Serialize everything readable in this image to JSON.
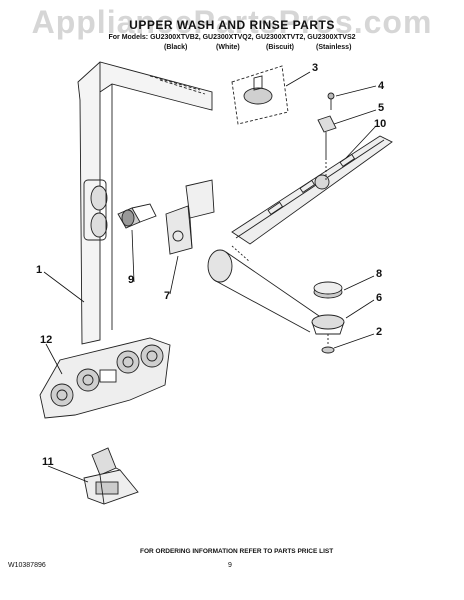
{
  "watermark": "AppliancePartsPros.com",
  "header": {
    "title": "UPPER WASH AND RINSE PARTS",
    "models_line": "For Models: GU2300XTVB2, GU2300XTVQ2, GU2300XTVT2, GU2300XTVS2",
    "colors": [
      "(Black)",
      "(White)",
      "(Biscuit)",
      "(Stainless)"
    ]
  },
  "callouts": {
    "c1": "1",
    "c2": "2",
    "c3": "3",
    "c4": "4",
    "c5": "5",
    "c6": "6",
    "c7": "7",
    "c8": "8",
    "c9": "9",
    "c10": "10",
    "c11": "11",
    "c12": "12"
  },
  "footer": {
    "ordering_note": "FOR ORDERING INFORMATION REFER TO PARTS PRICE LIST",
    "doc_id": "W10387896",
    "page_number": "9"
  }
}
